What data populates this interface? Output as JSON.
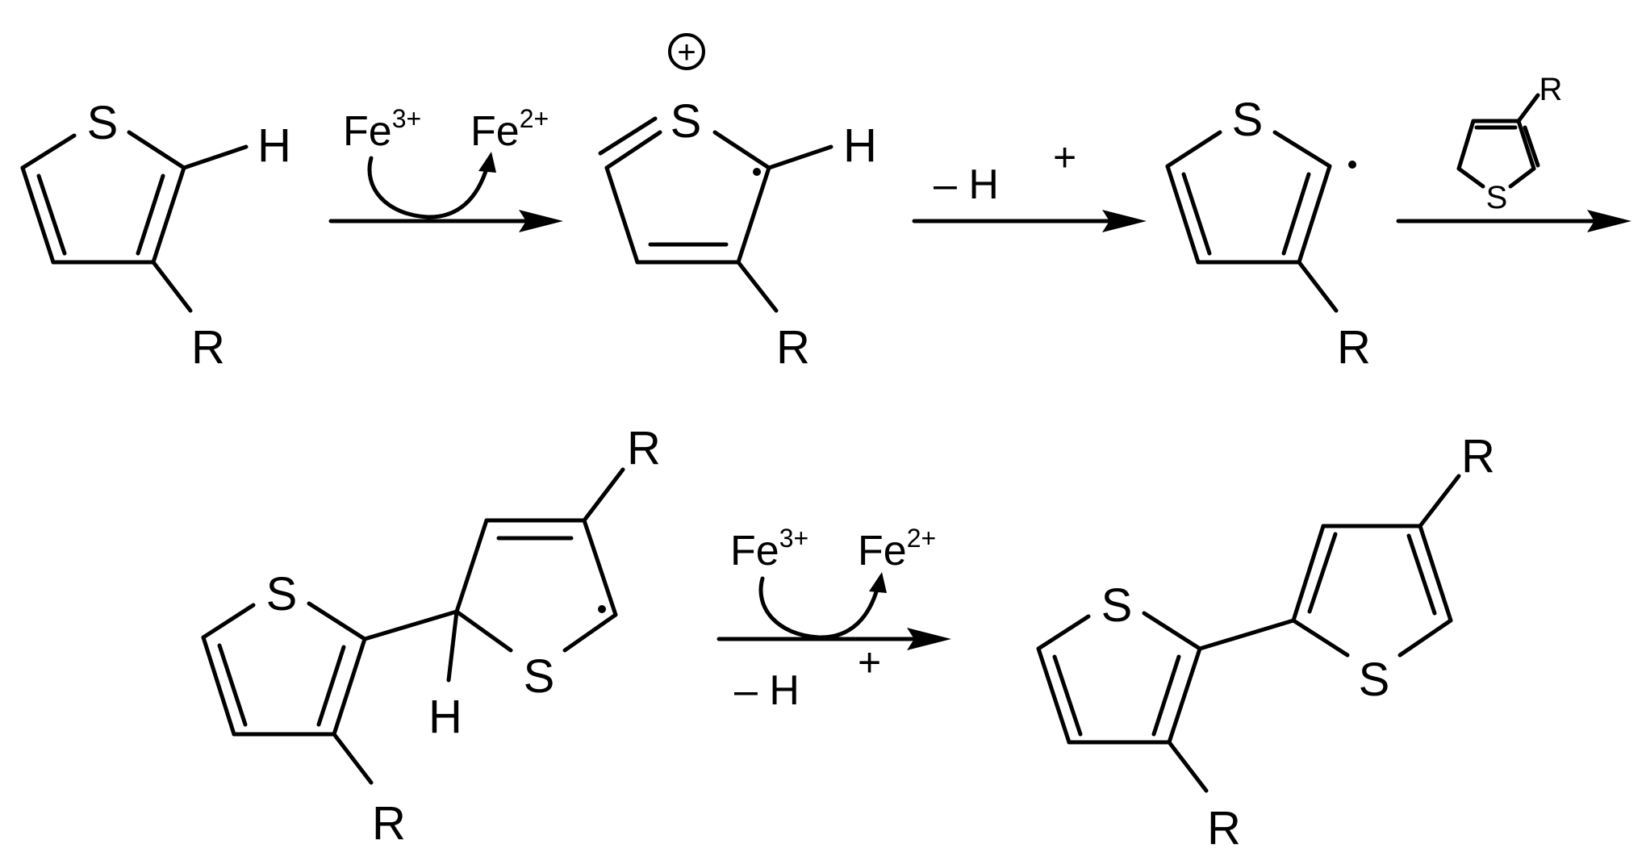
{
  "atoms": {
    "S": "S",
    "H": "H",
    "R": "R"
  },
  "reagents": {
    "fe3": "Fe",
    "fe3_charge": "3+",
    "fe2": "Fe",
    "fe2_charge": "2+",
    "minus_h": "– H",
    "plus": "+",
    "radical_cation_charge": "+"
  }
}
